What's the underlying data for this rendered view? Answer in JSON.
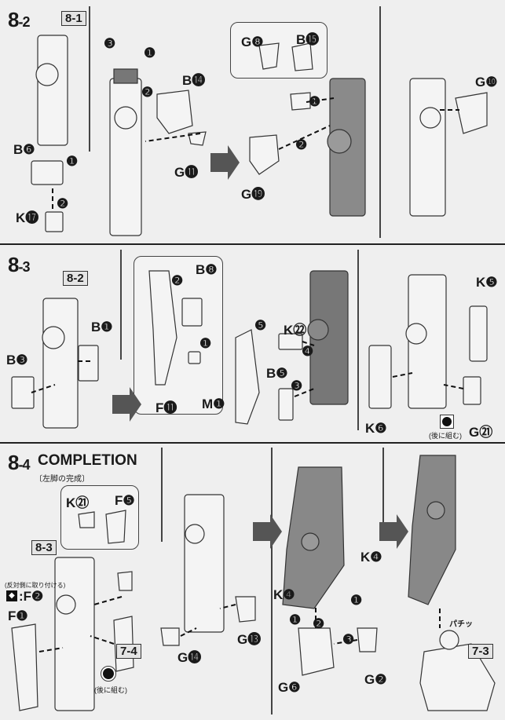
{
  "sections": [
    {
      "step": "8",
      "sub": "-2",
      "refs": [
        "8-1"
      ],
      "labels": [
        "B❻",
        "K⓱",
        "B⓮",
        "G⓫",
        "G❽",
        "B⓯",
        "G⓳",
        "G❿"
      ],
      "markers": [
        "❸",
        "❶",
        "❷",
        "❶",
        "❷",
        "❶",
        "❷"
      ]
    },
    {
      "step": "8",
      "sub": "-3",
      "refs": [
        "8-2"
      ],
      "labels": [
        "B❶",
        "B❸",
        "B❽",
        "F⓫",
        "M❶",
        "K㉒",
        "B❺",
        "K❺",
        "K❻",
        "G㉑"
      ],
      "markers": [
        "❷",
        "❶",
        "❺",
        "❹",
        "❸"
      ],
      "note": "(後に組む)"
    },
    {
      "step": "8",
      "sub": "-4",
      "title": "COMPLETION",
      "subtitle": "〔左脚の完成〕",
      "refs": [
        "8-3",
        "7-4",
        "7-3"
      ],
      "labels": [
        "K㉑",
        "F❺",
        "F❶",
        "G⓮",
        "G⓭",
        "K❹",
        "K❹",
        "G❻",
        "G❷"
      ],
      "opposite_note": "(反対側に取り付ける)",
      "opposite_part": ":F❷",
      "note": "(後に組む)",
      "sound": "パチッ",
      "markers": [
        "❶",
        "❷",
        "❸",
        "❶"
      ]
    }
  ]
}
